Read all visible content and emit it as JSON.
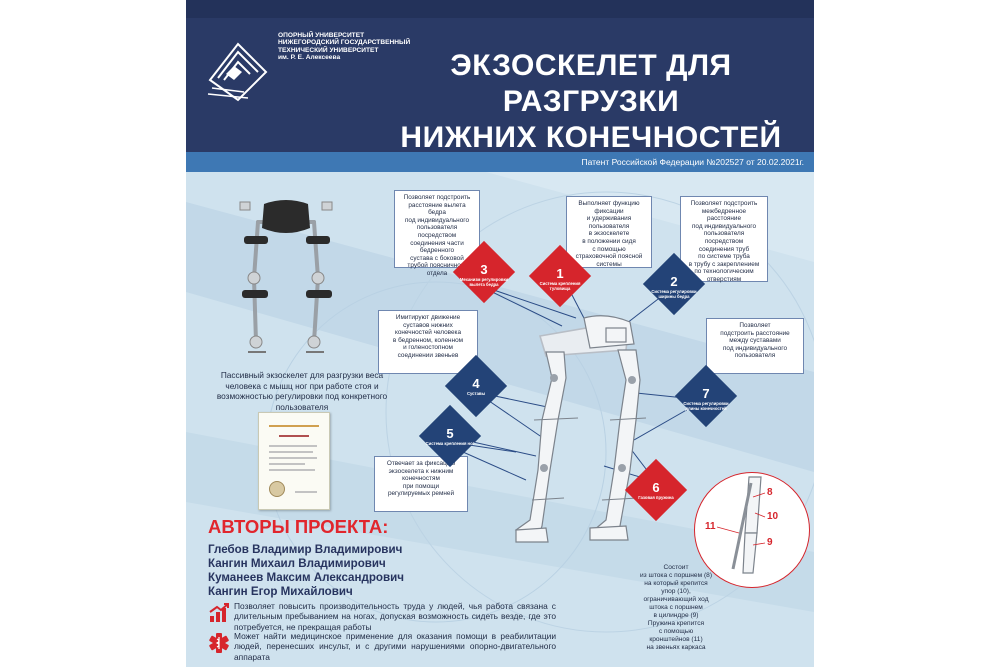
{
  "header": {
    "university": "ОПОРНЫЙ УНИВЕРСИТЕТ\nНИЖЕГОРОДСКИЙ ГОСУДАРСТВЕННЫЙ\nТЕХНИЧЕСКИЙ УНИВЕРСИТЕТ\nим. Р. Е. Алексеева",
    "title": "ЭКЗОСКЕЛЕТ ДЛЯ РАЗГРУЗКИ\nНИЖНИХ КОНЕЧНОСТЕЙ",
    "patent": "Патент Российской Федерации №202527 от 20.02.2021г."
  },
  "photo_caption": "Пассивный экзоскелет для разгрузки веса человека с мышц ног при работе стоя и возможностью регулировки под конкретного пользователя",
  "authors": {
    "heading": "АВТОРЫ ПРОЕКТА:",
    "names": [
      "Глебов Владимир Владимирович",
      "Кангин Михаил Владимирович",
      "Куманеев Максим Александрович",
      "Кангин Егор Михайлович"
    ]
  },
  "benefits": [
    {
      "icon": "growth-chart-icon",
      "text": "Позволяет повысить производительность труда у людей, чья работа связана с длительным пребыванием на ногах, допуская возможность сидеть везде, где это потребуется, не прекращая работы"
    },
    {
      "icon": "medical-star-icon",
      "text": "Может найти медицинское применение для оказания помощи в реабилитации людей, перенесших инсульт, и с другими нарушениями опорно-двигательного аппарата"
    }
  ],
  "info_boxes": [
    {
      "id": "3",
      "text": "Позволяет подстроить\nрасстояние вылета\nбедра\nпод индивидуального\nпользователя\nпосредством\nсоединения части\nбедренного\nсустава с боковой\nтрубой поясничного\nотдела"
    },
    {
      "id": "1",
      "text": "Выполняет функцию\nфиксации\nи удерживания\nпользователя\nв экзоскелете\nв положении сидя\nс помощью\nстраховочной поясной\nсистемы"
    },
    {
      "id": "2",
      "text": "Позволяет подстроить\nмежбедренное\nрасстояние\nпод индивидуального\nпользователя\nпосредством\nсоединения труб\nпо системе труба\nв трубу с закреплением\nпо технологическим\nотверстиям"
    },
    {
      "id": "4",
      "text": "Имитируют движение\nсуставов нижних\nконечностей человека\nв бедренном, коленном\nи голеностопном\nсоединении звеньев"
    },
    {
      "id": "7",
      "text": "Позволяет\nподстроить расстояние\nмежду суставами\nпод индивидуального\nпользователя"
    },
    {
      "id": "5",
      "text": "Отвечает за фиксацию\nэкзоскелета к нижним\nконечностям\nпри помощи\nрегулируемых ремней"
    }
  ],
  "diamonds": [
    {
      "num": "3",
      "label": "Механизм регулировки вылета бедра",
      "color": "#d6252c"
    },
    {
      "num": "1",
      "label": "Система крепления туловища",
      "color": "#d6252c"
    },
    {
      "num": "2",
      "label": "Система регулировки ширины бедра",
      "color": "#234377"
    },
    {
      "num": "4",
      "label": "Суставы",
      "color": "#234377"
    },
    {
      "num": "7",
      "label": "Система регулировки длины конечностей",
      "color": "#234377"
    },
    {
      "num": "5",
      "label": "Система крепления ног",
      "color": "#234377"
    },
    {
      "num": "6",
      "label": "Газовая пружина",
      "color": "#d6252c"
    }
  ],
  "zoom_labels": [
    "8",
    "10",
    "9",
    "11"
  ],
  "callout_6": "Состоит\nиз штока с поршнем (8)\nна который крепится\nупор (10),\nограничивающий ход\nштока с поршнем\nв цилиндре (9)\nПружина крепится\nс помощью\nкронштейнов (11)\nна звеньях каркаса",
  "colors": {
    "navy": "#2a3a66",
    "accent_red": "#d6252c",
    "accent_blue": "#234377",
    "band": "#3e78b4"
  }
}
